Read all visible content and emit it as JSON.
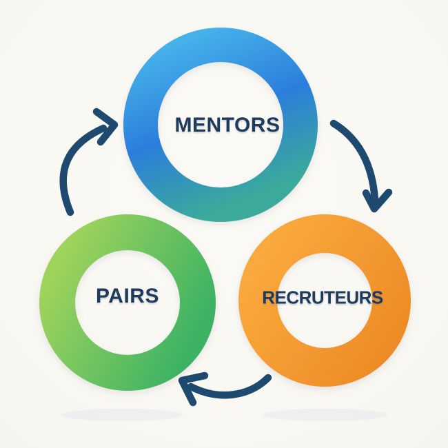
{
  "background_color": "#f9f7f1",
  "diagram": {
    "type": "cycle-diagram",
    "nodes": [
      {
        "id": "mentors",
        "label": "MENTORS",
        "shape": "ring",
        "gradient": [
          "#45b2ea",
          "#2c7edb",
          "#3aaa9b"
        ]
      },
      {
        "id": "pairs",
        "label": "PAIRS",
        "shape": "ring",
        "gradient": [
          "#9ed35c",
          "#3cb264"
        ]
      },
      {
        "id": "recruteurs",
        "label": "RECRUTEURS",
        "shape": "ring",
        "gradient": [
          "#f9a93d",
          "#ee8b26"
        ]
      }
    ],
    "arrows": [
      {
        "from": "pairs",
        "to": "mentors",
        "style": "curved"
      },
      {
        "from": "mentors",
        "to": "recruteurs",
        "style": "curved"
      },
      {
        "from": "recruteurs",
        "to": "pairs",
        "style": "curved"
      }
    ],
    "colors": {
      "arrow": "#1e4a70",
      "label": "#1e3a5c",
      "ground_shadow": "#e9ecef"
    }
  }
}
